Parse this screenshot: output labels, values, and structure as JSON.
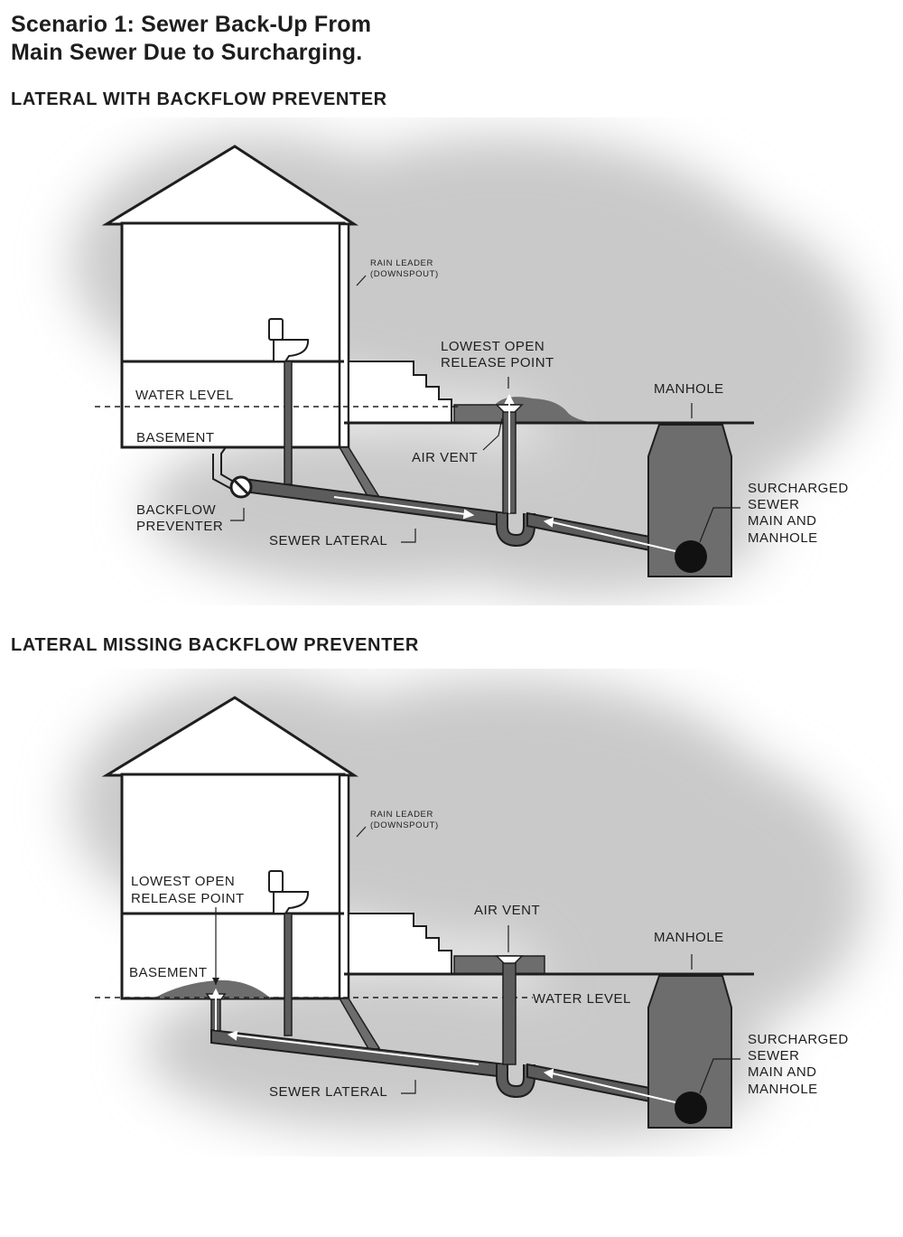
{
  "title_lines": [
    "Scenario 1: Sewer Back-Up From",
    "Main Sewer Due to Surcharging."
  ],
  "diagram1": {
    "heading": "LATERAL WITH BACKFLOW PREVENTER",
    "rain_leader": [
      "RAIN LEADER",
      "(DOWNSPOUT)"
    ],
    "lowest_open": [
      "LOWEST OPEN",
      "RELEASE POINT"
    ],
    "manhole": "MANHOLE",
    "water_level": "WATER LEVEL",
    "basement": "BASEMENT",
    "air_vent": "AIR VENT",
    "backflow": [
      "BACKFLOW",
      "PREVENTER"
    ],
    "sewer_lateral": "SEWER LATERAL",
    "surcharged": [
      "SURCHARGED",
      "SEWER",
      "MAIN AND",
      "MANHOLE"
    ]
  },
  "diagram2": {
    "heading": "LATERAL MISSING BACKFLOW PREVENTER",
    "rain_leader": [
      "RAIN LEADER",
      "(DOWNSPOUT)"
    ],
    "lowest_open": [
      "LOWEST OPEN",
      "RELEASE POINT"
    ],
    "air_vent": "AIR VENT",
    "manhole": "MANHOLE",
    "basement": "BASEMENT",
    "water_level": "WATER LEVEL",
    "sewer_lateral": "SEWER LATERAL",
    "surcharged": [
      "SURCHARGED",
      "SEWER",
      "MAIN AND",
      "MANHOLE"
    ]
  }
}
